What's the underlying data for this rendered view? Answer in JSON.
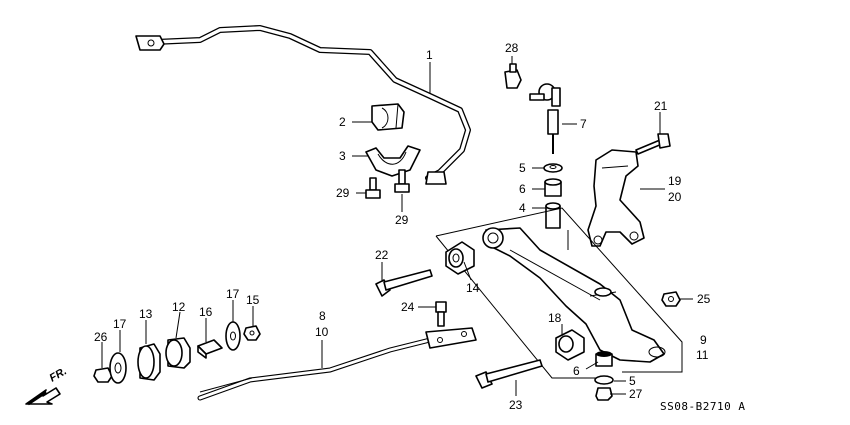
{
  "callouts": [
    {
      "id": "c1",
      "text": "1"
    },
    {
      "id": "c2",
      "text": "2"
    },
    {
      "id": "c3",
      "text": "3"
    },
    {
      "id": "c29a",
      "text": "29"
    },
    {
      "id": "c29b",
      "text": "29"
    },
    {
      "id": "c28",
      "text": "28"
    },
    {
      "id": "c7",
      "text": "7"
    },
    {
      "id": "c5a",
      "text": "5"
    },
    {
      "id": "c6a",
      "text": "6"
    },
    {
      "id": "c4",
      "text": "4"
    },
    {
      "id": "c21",
      "text": "21"
    },
    {
      "id": "c19",
      "text": "19"
    },
    {
      "id": "c20",
      "text": "20"
    },
    {
      "id": "c22",
      "text": "22"
    },
    {
      "id": "c14",
      "text": "14"
    },
    {
      "id": "c25",
      "text": "25"
    },
    {
      "id": "c24",
      "text": "24"
    },
    {
      "id": "c8",
      "text": "8"
    },
    {
      "id": "c10",
      "text": "10"
    },
    {
      "id": "c18",
      "text": "18"
    },
    {
      "id": "c9",
      "text": "9"
    },
    {
      "id": "c11",
      "text": "11"
    },
    {
      "id": "c6b",
      "text": "6"
    },
    {
      "id": "c5b",
      "text": "5"
    },
    {
      "id": "c27",
      "text": "27"
    },
    {
      "id": "c23",
      "text": "23"
    },
    {
      "id": "c26",
      "text": "26"
    },
    {
      "id": "c17a",
      "text": "17"
    },
    {
      "id": "c13",
      "text": "13"
    },
    {
      "id": "c12",
      "text": "12"
    },
    {
      "id": "c16",
      "text": "16"
    },
    {
      "id": "c17b",
      "text": "17"
    },
    {
      "id": "c15",
      "text": "15"
    }
  ],
  "direction_label": "FR.",
  "diagram_code": "SS08-B2710 A"
}
